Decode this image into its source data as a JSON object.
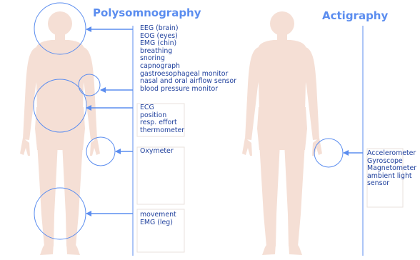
{
  "colors": {
    "body": "#f5dfd5",
    "accent": "#5b8def",
    "text": "#1e3f9c",
    "box": "#e9e1dc"
  },
  "titles": {
    "left": "Polysomnography",
    "right": "Actigraphy"
  },
  "polysomnography": {
    "head": [
      "EEG (brain)",
      "EOG (eyes)",
      "EMG (chin)",
      "breathing",
      "snoring",
      "capnograph",
      "gastroesophageal monitor",
      "nasal and oral airflow sensor",
      "blood pressure monitor"
    ],
    "chest": [
      "ECG",
      "position",
      "resp. effort",
      "thermometer"
    ],
    "finger": [
      "Oxymeter"
    ],
    "leg": [
      "movement",
      "EMG (leg)"
    ]
  },
  "actigraphy": {
    "wrist": [
      "Accelerometer",
      "Gyroscope",
      "Magnetometer",
      "ambient light",
      "sensor"
    ]
  }
}
